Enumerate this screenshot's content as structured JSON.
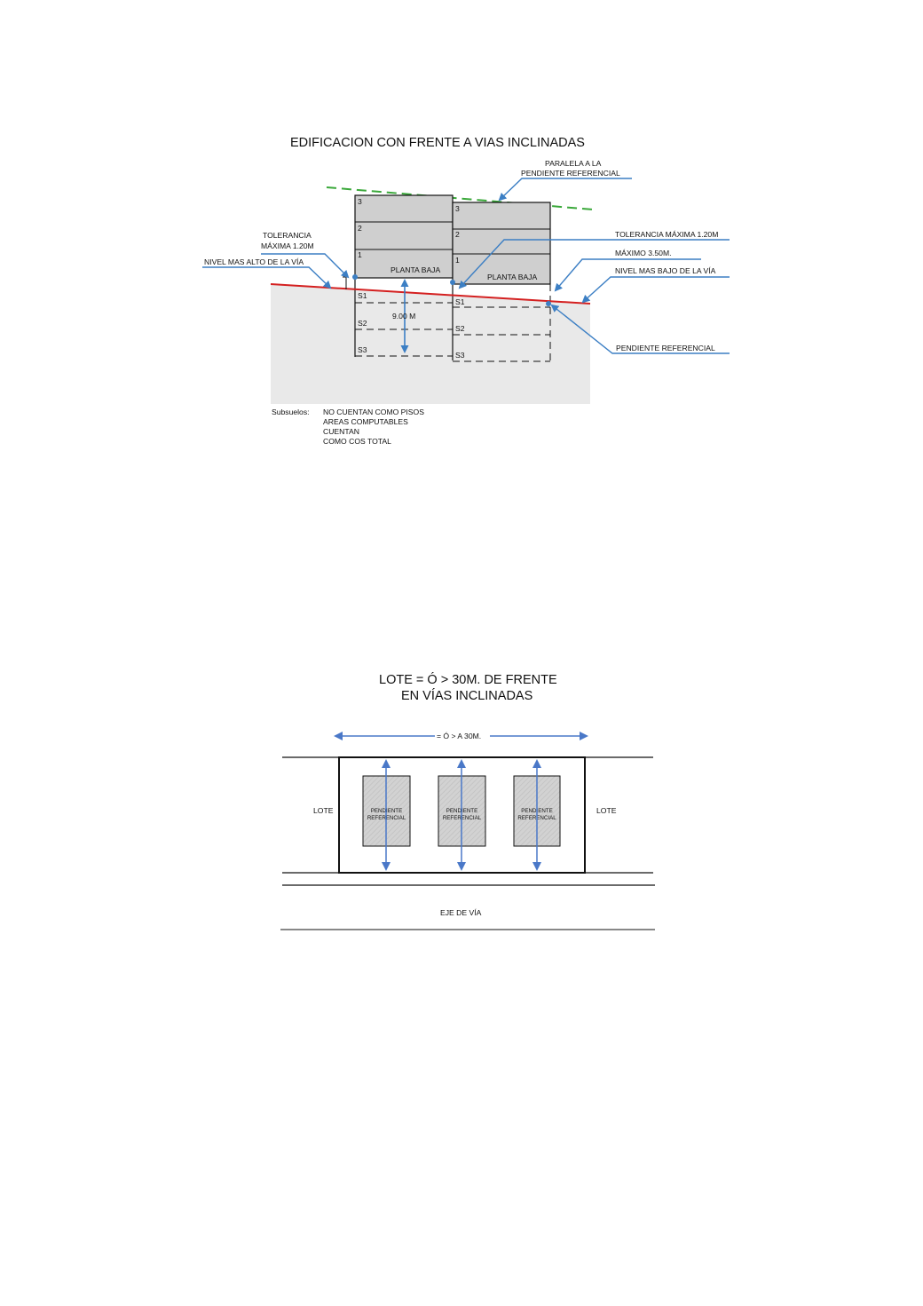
{
  "diagram1": {
    "title": "EDIFICACION CON FRENTE A VIAS INCLINADAS",
    "labels": {
      "parallel_line1": "PARALELA A LA",
      "parallel_line2": "PENDIENTE REFERENCIAL",
      "tol_left_line1": "TOLERANCIA",
      "tol_left_line2": "MÁXIMA 1.20M",
      "highest_level": "NIVEL MAS ALTO DE LA VÍA",
      "tol_right": "TOLERANCIA MÁXIMA 1.20M",
      "max_350": "MÁXIMO 3.50M.",
      "lowest_level": "NIVEL MAS BAJO DE LA VÍA",
      "ref_slope": "PENDIENTE REFERENCIAL",
      "ground_floor": "PLANTA BAJA",
      "depth": "9.00 M"
    },
    "floors": [
      "1",
      "2",
      "3"
    ],
    "basements": [
      "S1",
      "S2",
      "S3"
    ],
    "note": {
      "heading": "Subsuelos:",
      "lines": [
        "NO CUENTAN COMO PISOS",
        "AREAS COMPUTABLES",
        "CUENTAN",
        "COMO COS TOTAL"
      ]
    },
    "colors": {
      "road_line": "#d42020",
      "parallel_line": "#3aa83a",
      "leader": "#3c7fc4",
      "building_fill": "#cfcfcf",
      "ground_fill": "#e9e9e9"
    }
  },
  "diagram2": {
    "title_line1": "LOTE = Ó > 30M. DE FRENTE",
    "title_line2": "EN VÍAS INCLINADAS",
    "frontage": "= Ó > A 30M.",
    "lot_left": "LOTE",
    "lot_right": "LOTE",
    "axis": "EJE DE VÍA",
    "buildings": [
      {
        "line1": "PENDIENTE",
        "line2": "REFERENCIAL"
      },
      {
        "line1": "PENDIENTE",
        "line2": "REFERENCIAL"
      },
      {
        "line1": "PENDIENTE",
        "line2": "REFERENCIAL"
      }
    ],
    "colors": {
      "arrow": "#4a78c8",
      "building_fill": "#d2d2d2"
    }
  }
}
